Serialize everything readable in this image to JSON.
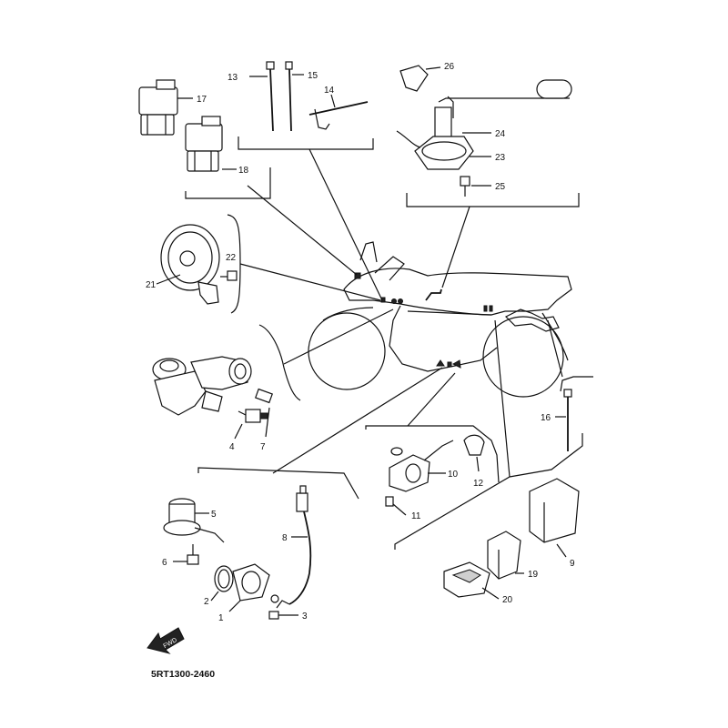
{
  "diagram_code": "5RT1300-2460",
  "fwd_label": "FWD",
  "callouts": {
    "c1": "1",
    "c2": "2",
    "c3": "3",
    "c4": "4",
    "c5": "5",
    "c6": "6",
    "c7": "7",
    "c8": "8",
    "c9": "9",
    "c10": "10",
    "c11": "11",
    "c12": "12",
    "c13": "13",
    "c14": "14",
    "c15": "15",
    "c16": "16",
    "c17": "17",
    "c18": "18",
    "c19": "19",
    "c20": "20",
    "c21": "21",
    "c22": "22",
    "c23": "23",
    "c24": "24",
    "c25": "25",
    "c26": "26"
  }
}
